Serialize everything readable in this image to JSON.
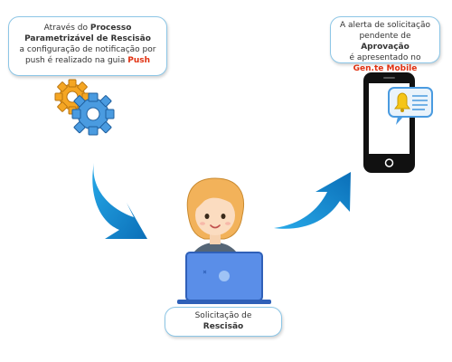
{
  "left_callout": {
    "l1_text": "Através do ",
    "l1_bold": "Processo",
    "l2_bold": "Parametrizável de Rescisão",
    "l3_text": "a configuração de notificação por",
    "l4_text": "push é realizado na guia ",
    "l4_accent": "Push"
  },
  "right_callout": {
    "l1_text": "A alerta de solicitação",
    "l2_text": "pendente de ",
    "l2_bold": "Aprovação",
    "l3_text": "é apresentado no",
    "l4_accent": "Gen.te Mobile"
  },
  "bottom_callout": {
    "l1_text": "Solicitação de",
    "l2_bold": "Rescisão"
  },
  "colors": {
    "border": "#8cc6e6",
    "arrow": "#1a8fd1",
    "accent": "#e03010",
    "gear_orange": "#f5a623",
    "gear_blue": "#4a9be0",
    "laptop": "#5a8ee8",
    "phone": "#111111"
  },
  "icons": [
    "gears-icon",
    "arrow-down-right-icon",
    "arrow-up-right-icon",
    "smartphone-icon",
    "bell-notification-icon",
    "woman-at-laptop-illustration"
  ]
}
